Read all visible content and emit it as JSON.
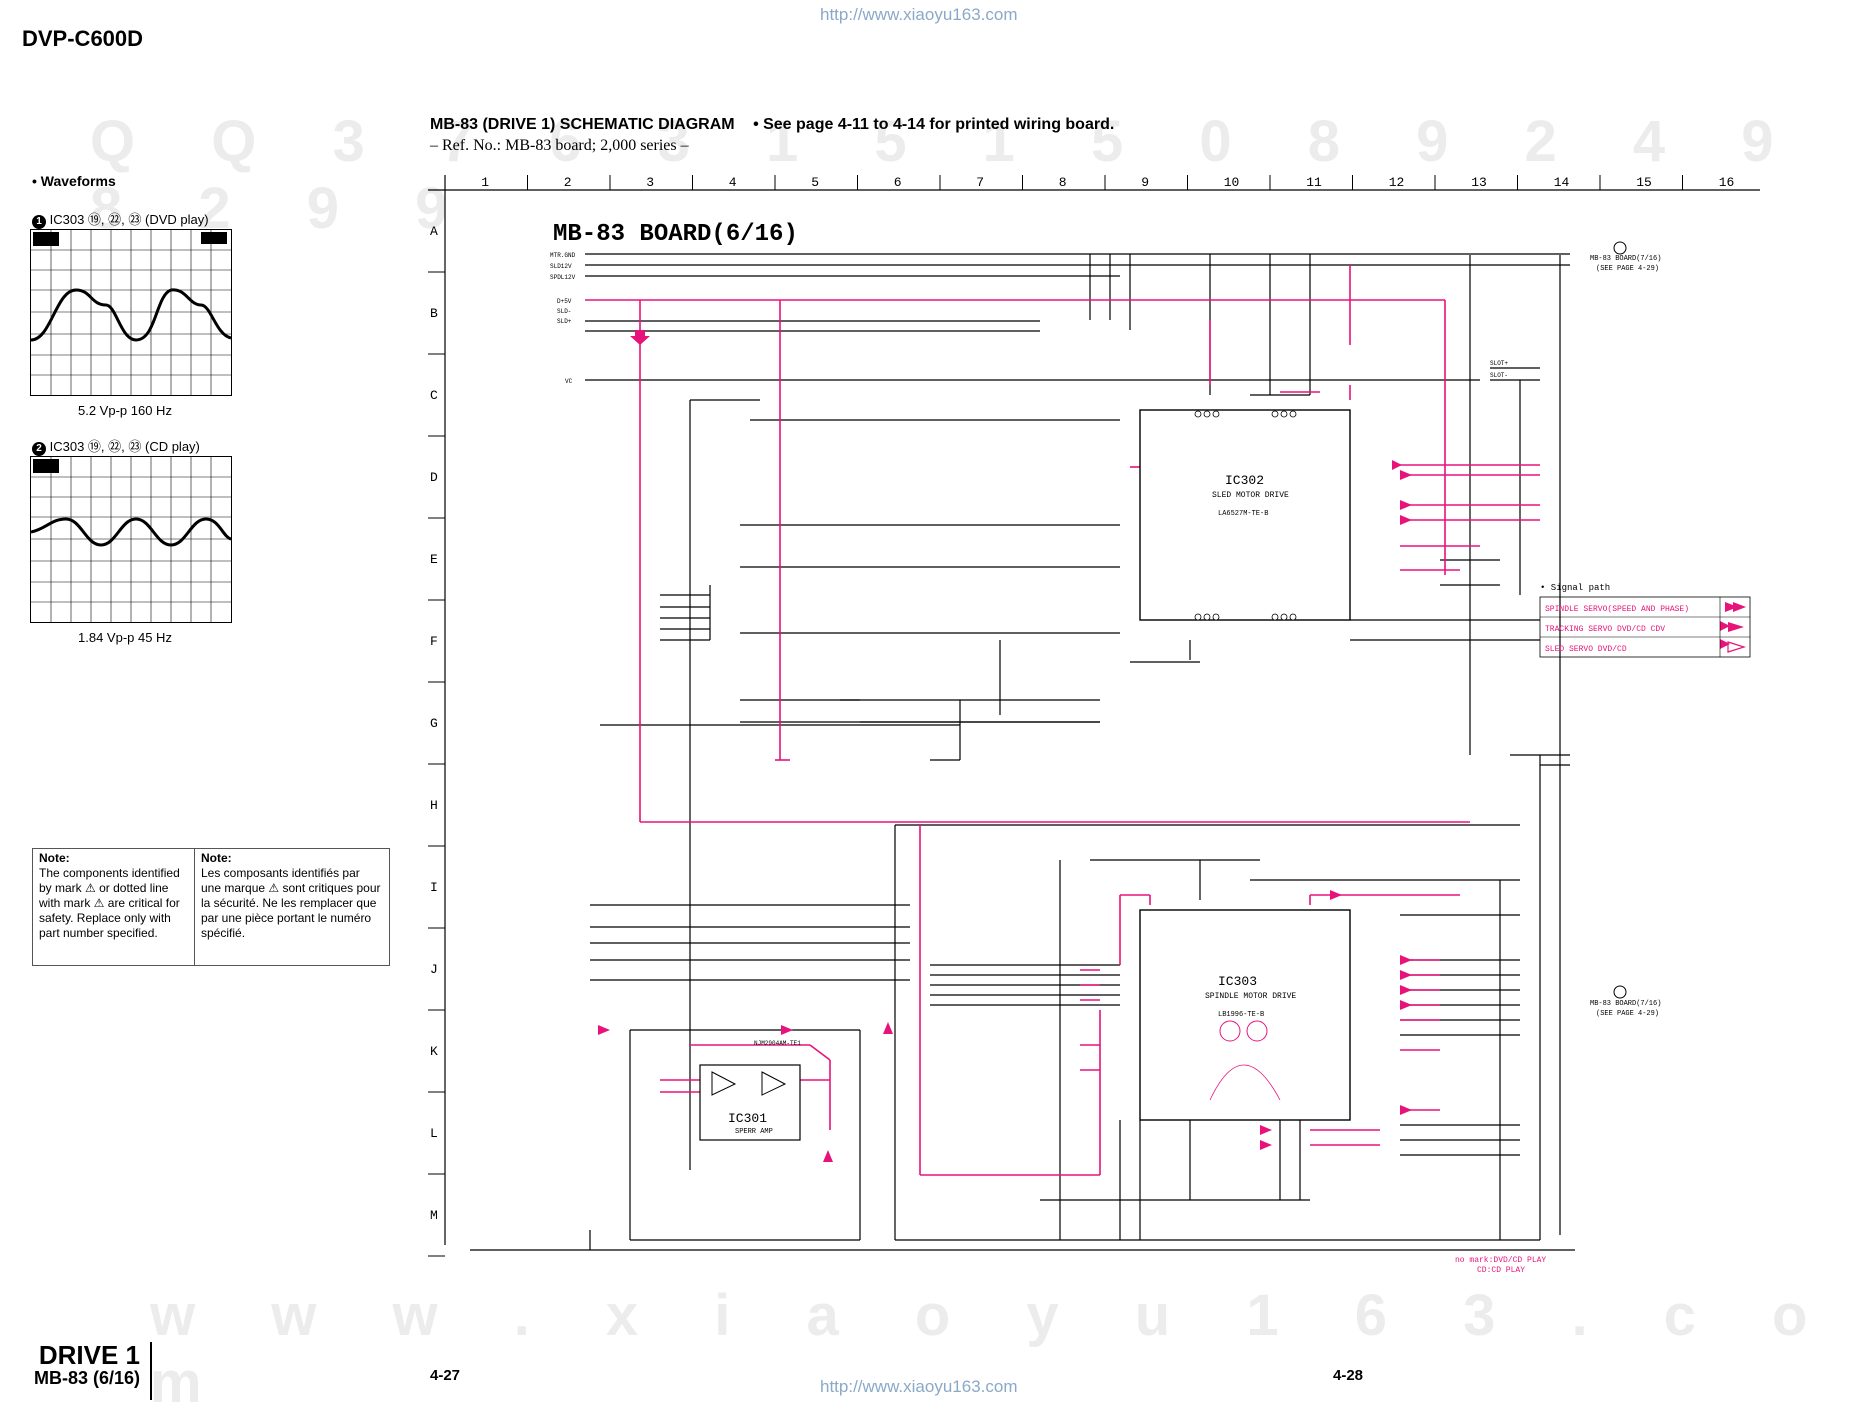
{
  "header": {
    "url": "http://www.xiaoyu163.com",
    "model": "DVP-C600D"
  },
  "diagram": {
    "title": "MB-83 (DRIVE 1) SCHEMATIC  DIAGRAM",
    "see_note": "• See page 4-11 to 4-14 for printed wiring board.",
    "ref": "– Ref. No.: MB-83 board; 2,000 series –",
    "board_title": "MB-83 BOARD(6/16)",
    "columns": [
      "1",
      "2",
      "3",
      "4",
      "5",
      "6",
      "7",
      "8",
      "9",
      "10",
      "11",
      "12",
      "13",
      "14",
      "15",
      "16"
    ],
    "rows": [
      "A",
      "B",
      "C",
      "D",
      "E",
      "F",
      "G",
      "H",
      "I",
      "J",
      "K",
      "L",
      "M"
    ]
  },
  "waveforms": {
    "heading": "• Waveforms",
    "items": [
      {
        "num": "1",
        "label": "IC303 ⑲, ㉒, ㉓ (DVD play)",
        "value": "5.2 Vp-p    160 Hz"
      },
      {
        "num": "2",
        "label": "IC303 ⑲, ㉒, ㉓ (CD play)",
        "value": "1.84 Vp-p    45 Hz"
      }
    ]
  },
  "note": {
    "en_title": "Note:",
    "en_text": "The components identified by mark ⚠ or dotted line with mark ⚠ are critical for safety. Replace only with part number specified.",
    "fr_title": "Note:",
    "fr_text": "Les composants identifiés par une marque ⚠ sont critiques pour la sécurité. Ne les remplacer que par une pièce portant le numéro spécifié."
  },
  "ics": {
    "ic302": {
      "name": "IC302",
      "desc": "SLED MOTOR DRIVE",
      "part": "IC302",
      "code": "LA6527M-TE-B"
    },
    "ic303": {
      "name": "IC303",
      "desc": "SPINDLE MOTOR DRIVE",
      "part": "IC303",
      "code": "LB1996-TE-B"
    },
    "ic301": {
      "name": "IC301",
      "desc": "SPERR AMP",
      "part": "IC301",
      "code": "NJM2904AM-TE1"
    }
  },
  "connectors": {
    "top_right": "MB-83 BOARD(7/16)",
    "top_right_see": "(SEE PAGE 4-29)",
    "bottom_right": "MB-83 BOARD(7/16)",
    "bottom_right_see": "(SEE PAGE 4-29)",
    "left_nets": [
      "MTR.GND",
      "SLD12V",
      "SPDL12V",
      "D+5V",
      "SLD-",
      "SLD+",
      "VC",
      "SLOT+",
      "SLOT-"
    ]
  },
  "legend": {
    "title": "• Signal path",
    "items": [
      {
        "label": "SPINDLE SERVO(SPEED AND PHASE)",
        "color": "#e8137a"
      },
      {
        "label": "TRACKING SERVO DVD/CD CDV",
        "color": "#e8137a"
      },
      {
        "label": "SLED SERVO DVD/CD",
        "color": "#e8137a"
      }
    ]
  },
  "play_note": {
    "line1": "no mark:DVD/CD PLAY",
    "line2": "CD:CD PLAY"
  },
  "footer": {
    "page_left": "4-27",
    "page_right": "4-28",
    "drive": "DRIVE 1",
    "board": "MB-83 (6/16)",
    "url": "http://www.xiaoyu163.com"
  },
  "watermarks": {
    "top": "Q Q 3 7 6 3 1 5 1 5 0     8 9 2 4 9 8 2 9 9",
    "bottom": "w w w . x i a o y u 1 6 3 . c o m"
  }
}
